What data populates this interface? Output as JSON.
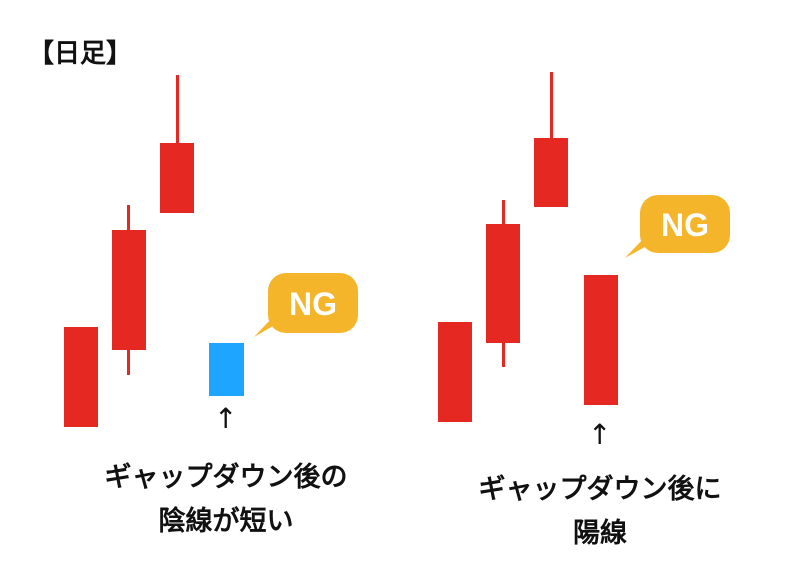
{
  "title": "【日足】",
  "colors": {
    "bullish": "#E52822",
    "bearish": "#1EA5FF",
    "bubble": "#F5B52B"
  },
  "left_panel": {
    "bubble_label": "NG",
    "arrow": "↑",
    "caption_line1": "ギャップダウン後の",
    "caption_line2": "陰線が短い"
  },
  "right_panel": {
    "bubble_label": "NG",
    "arrow": "↑",
    "caption_line1": "ギャップダウン後に",
    "caption_line2": "陽線"
  }
}
